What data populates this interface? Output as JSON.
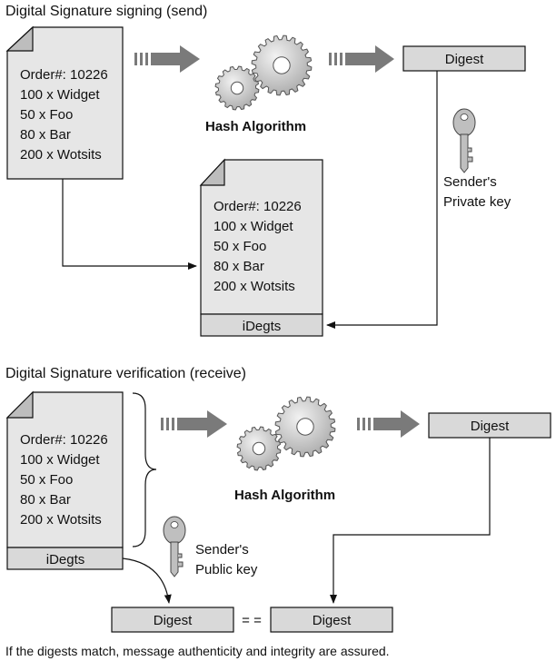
{
  "signing": {
    "heading": "Digital Signature signing (send)",
    "document_lines": [
      "Order#: 10226",
      "100 x Widget",
      "50 x Foo",
      "80 x Bar",
      "200 x Wotsits"
    ],
    "hash_label": "Hash Algorithm",
    "digest_label": "Digest",
    "key_label_line1": "Sender's",
    "key_label_line2": "Private key",
    "signed_document_lines": [
      "Order#: 10226",
      "100 x Widget",
      "50 x Foo",
      "80 x Bar",
      "200 x Wotsits"
    ],
    "signature_label": "iDegts"
  },
  "verification": {
    "heading": "Digital Signature verification (receive)",
    "document_lines": [
      "Order#: 10226",
      "100 x Widget",
      "50 x Foo",
      "80 x Bar",
      "200 x Wotsits"
    ],
    "signature_label": "iDegts",
    "hash_label": "Hash Algorithm",
    "digest_label": "Digest",
    "key_label_line1": "Sender's",
    "key_label_line2": "Public key",
    "decrypted_digest_label": "Digest",
    "compare_operator": "= =",
    "computed_digest_label": "Digest"
  },
  "footer": "If the digests match, message authenticity and integrity are assured.",
  "colors": {
    "document_fill": "#e6e6e6",
    "box_fill": "#d9d9d9",
    "arrow_fill": "#7a7a7a",
    "gear_fill": "#c8c8c8",
    "line": "#111111"
  }
}
